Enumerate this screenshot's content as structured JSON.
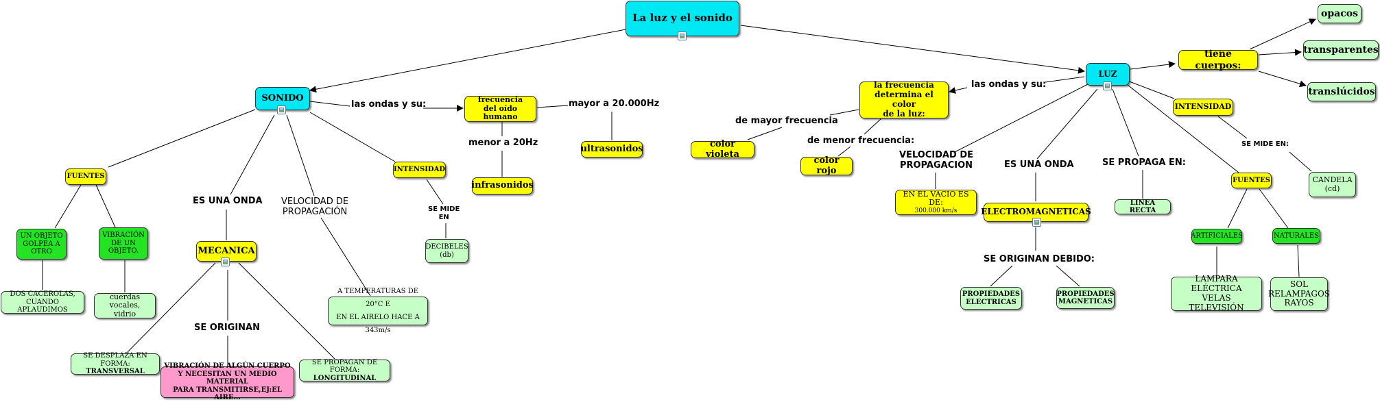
{
  "nodes": {
    "root": "La luz y el sonido",
    "sonido": "SONIDO",
    "luz": "LUZ",
    "frecuencia_oido": "frecuencia\ndel oído humano",
    "ultrasonidos": "ultrasonidos",
    "infrasonidos": "infrasonidos",
    "fuentes_sonido": "FUENTES",
    "objeto_golpea": "UN OBJETO\nGOLPEA A\nOTRO",
    "vibracion_objeto": "VIBRACIÓN\nDE UN\nOBJETO.",
    "cacerolas": "DOS CACEROLAS,\nCUANDO APLAUDIMOS",
    "cuerdas": "cuerdas vocales,\nvidrio",
    "mecanica": "MECANICA",
    "transversal_prefix": "SE DESPLAZA EN FORMA:",
    "transversal": "TRANSVERSAL",
    "vibracion_cuerpo": "VIBRACIÓN DE ALGÚN CUERPO\nY NECESITAN UN MEDIO MATERIAL\nPARA TRANSMITIRSE,EJ:EL AIRE...",
    "longitudinal_prefix": "SE PROPAGAN DE FORMA:",
    "longitudinal": "LONGITUDINAL",
    "temperaturas": "A TEMPERATURAS DE 20°C E\nEN EL AIRELO HACE A 343m/s",
    "intensidad_sonido": "INTENSIDAD",
    "decibeles": "DECIBELES\n(db)",
    "frecuencia_luz": "la frecuencia\ndetermina el color\nde la luz:",
    "color_violeta": "color violeta",
    "color_rojo": "color rojo",
    "vacio": "EN EL VACIO ES DE:",
    "vacio_value": "300.000 km/s",
    "electromagneticas": "ELECTROMAGNETICAS",
    "prop_electricas": "PROPIEDADES\nELECTRICAS",
    "prop_magneticas": "PROPIEDADES\nMAGNETICAS",
    "linea_recta": "LINEA RECTA",
    "tiene_cuerpos": "tiene cuerpos:",
    "opacos": "opacos",
    "transparentes": "transparentes",
    "translucidos": "translúcidos",
    "intensidad_luz": "INTENSIDAD",
    "candela": "CANDELA\n(cd)",
    "fuentes_luz": "FUENTES",
    "artificiales": "ARTIFICIALES",
    "naturales": "NATURALES",
    "lampara": "LAMPARA ELÉCTRICA\nVELAS\nTELEVISIÓN",
    "sol": "SOL\nRELAMPAGOS\nRAYOS"
  },
  "labels": {
    "ondas_sonido": "las ondas y su:",
    "mayor_20000": "mayor a 20.000Hz",
    "menor_20": "menor a 20Hz",
    "es_una_onda_sonido": "ES UNA ONDA",
    "velocidad_sonido": "VELOCIDAD DE\nPROPAGACIÓN",
    "se_originan_sonido": "SE ORIGINAN",
    "se_mide_en_sonido": "SE MIDE\nEN",
    "ondas_luz": "las ondas y su:",
    "mayor_frecuencia": "de mayor frecuencia",
    "menor_frecuencia": "de menor frecuencia:",
    "velocidad_luz": "VELOCIDAD DE\nPROPAGACION",
    "es_una_onda_luz": "ES UNA ONDA",
    "se_originan_luz": "SE ORIGINAN DEBIDO:",
    "se_propaga_en": "SE PROPAGA EN:",
    "se_mide_en_luz": "SE MIDE EN:"
  },
  "colors": {
    "root": "#00e8f4",
    "concept": "#ffff00",
    "example": "#22e422",
    "detail": "#c6ffc6",
    "highlight": "#ff99cc"
  }
}
